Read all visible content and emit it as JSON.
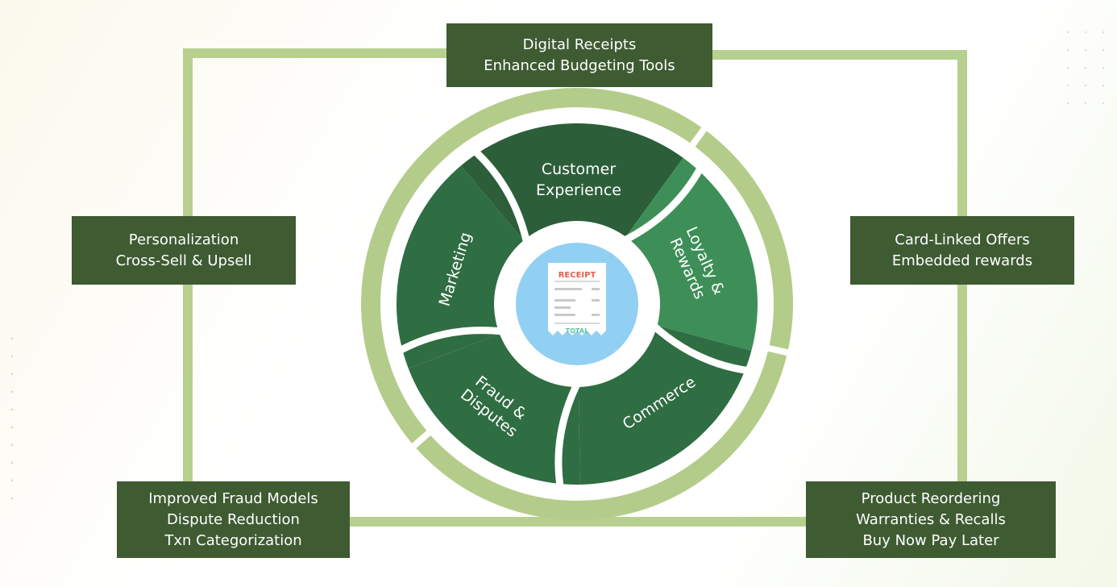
{
  "outer_boxes": {
    "top": {
      "line1": "Digital Receipts",
      "line2": "Enhanced Budgeting Tools"
    },
    "left": {
      "line1": "Personalization",
      "line2": "Cross-Sell & Upsell"
    },
    "right": {
      "line1": "Card-Linked Offers",
      "line2": "Embedded rewards"
    },
    "bottom_left": {
      "line1": "Improved Fraud Models",
      "line2": "Dispute Reduction",
      "line3": "Txn Categorization"
    },
    "bottom_right": {
      "line1": "Product Reordering",
      "line2": "Warranties & Recalls",
      "line3": "Buy Now Pay Later"
    }
  },
  "segments": {
    "customer_experience": {
      "line1": "Customer",
      "line2": "Experience"
    },
    "loyalty": {
      "line1": "Loyalty &",
      "line2": "Rewards"
    },
    "commerce": {
      "line1": "Commerce"
    },
    "fraud": {
      "line1": "Fraud &",
      "line2": "Disputes"
    },
    "marketing": {
      "line1": "Marketing"
    }
  },
  "receipt": {
    "header": "RECEIPT",
    "footer": "TOTAL"
  },
  "colors": {
    "box_fill": "#3e5b32",
    "connector": "#b7d08f",
    "outer_ring": "#b4cc8a",
    "segment_dark": "#2c5e3a",
    "segment_mid": "#2f6d42",
    "segment_light": "#3d8f57",
    "receipt_circle": "#91d0f3"
  }
}
